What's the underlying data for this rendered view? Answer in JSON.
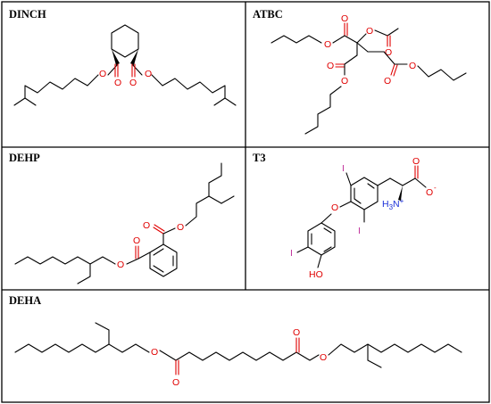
{
  "panels": [
    {
      "id": "dinch",
      "title": "DINCH"
    },
    {
      "id": "atbc",
      "title": "ATBC"
    },
    {
      "id": "dehp",
      "title": "DEHP"
    },
    {
      "id": "t3",
      "title": "T3"
    },
    {
      "id": "deha",
      "title": "DEHA"
    }
  ],
  "atoms": {
    "oxygen": "O",
    "iodine": "I",
    "hydroxyl": "HO",
    "ammonium_h3": "H",
    "ammonium_sub": "3",
    "ammonium_n": "N",
    "plus": "+",
    "minus": "-"
  },
  "colors": {
    "bond": "#000000",
    "oxygen": "#e00000",
    "iodine": "#c0309a",
    "nitrogen": "#1a2fd8",
    "frame": "#000000"
  }
}
